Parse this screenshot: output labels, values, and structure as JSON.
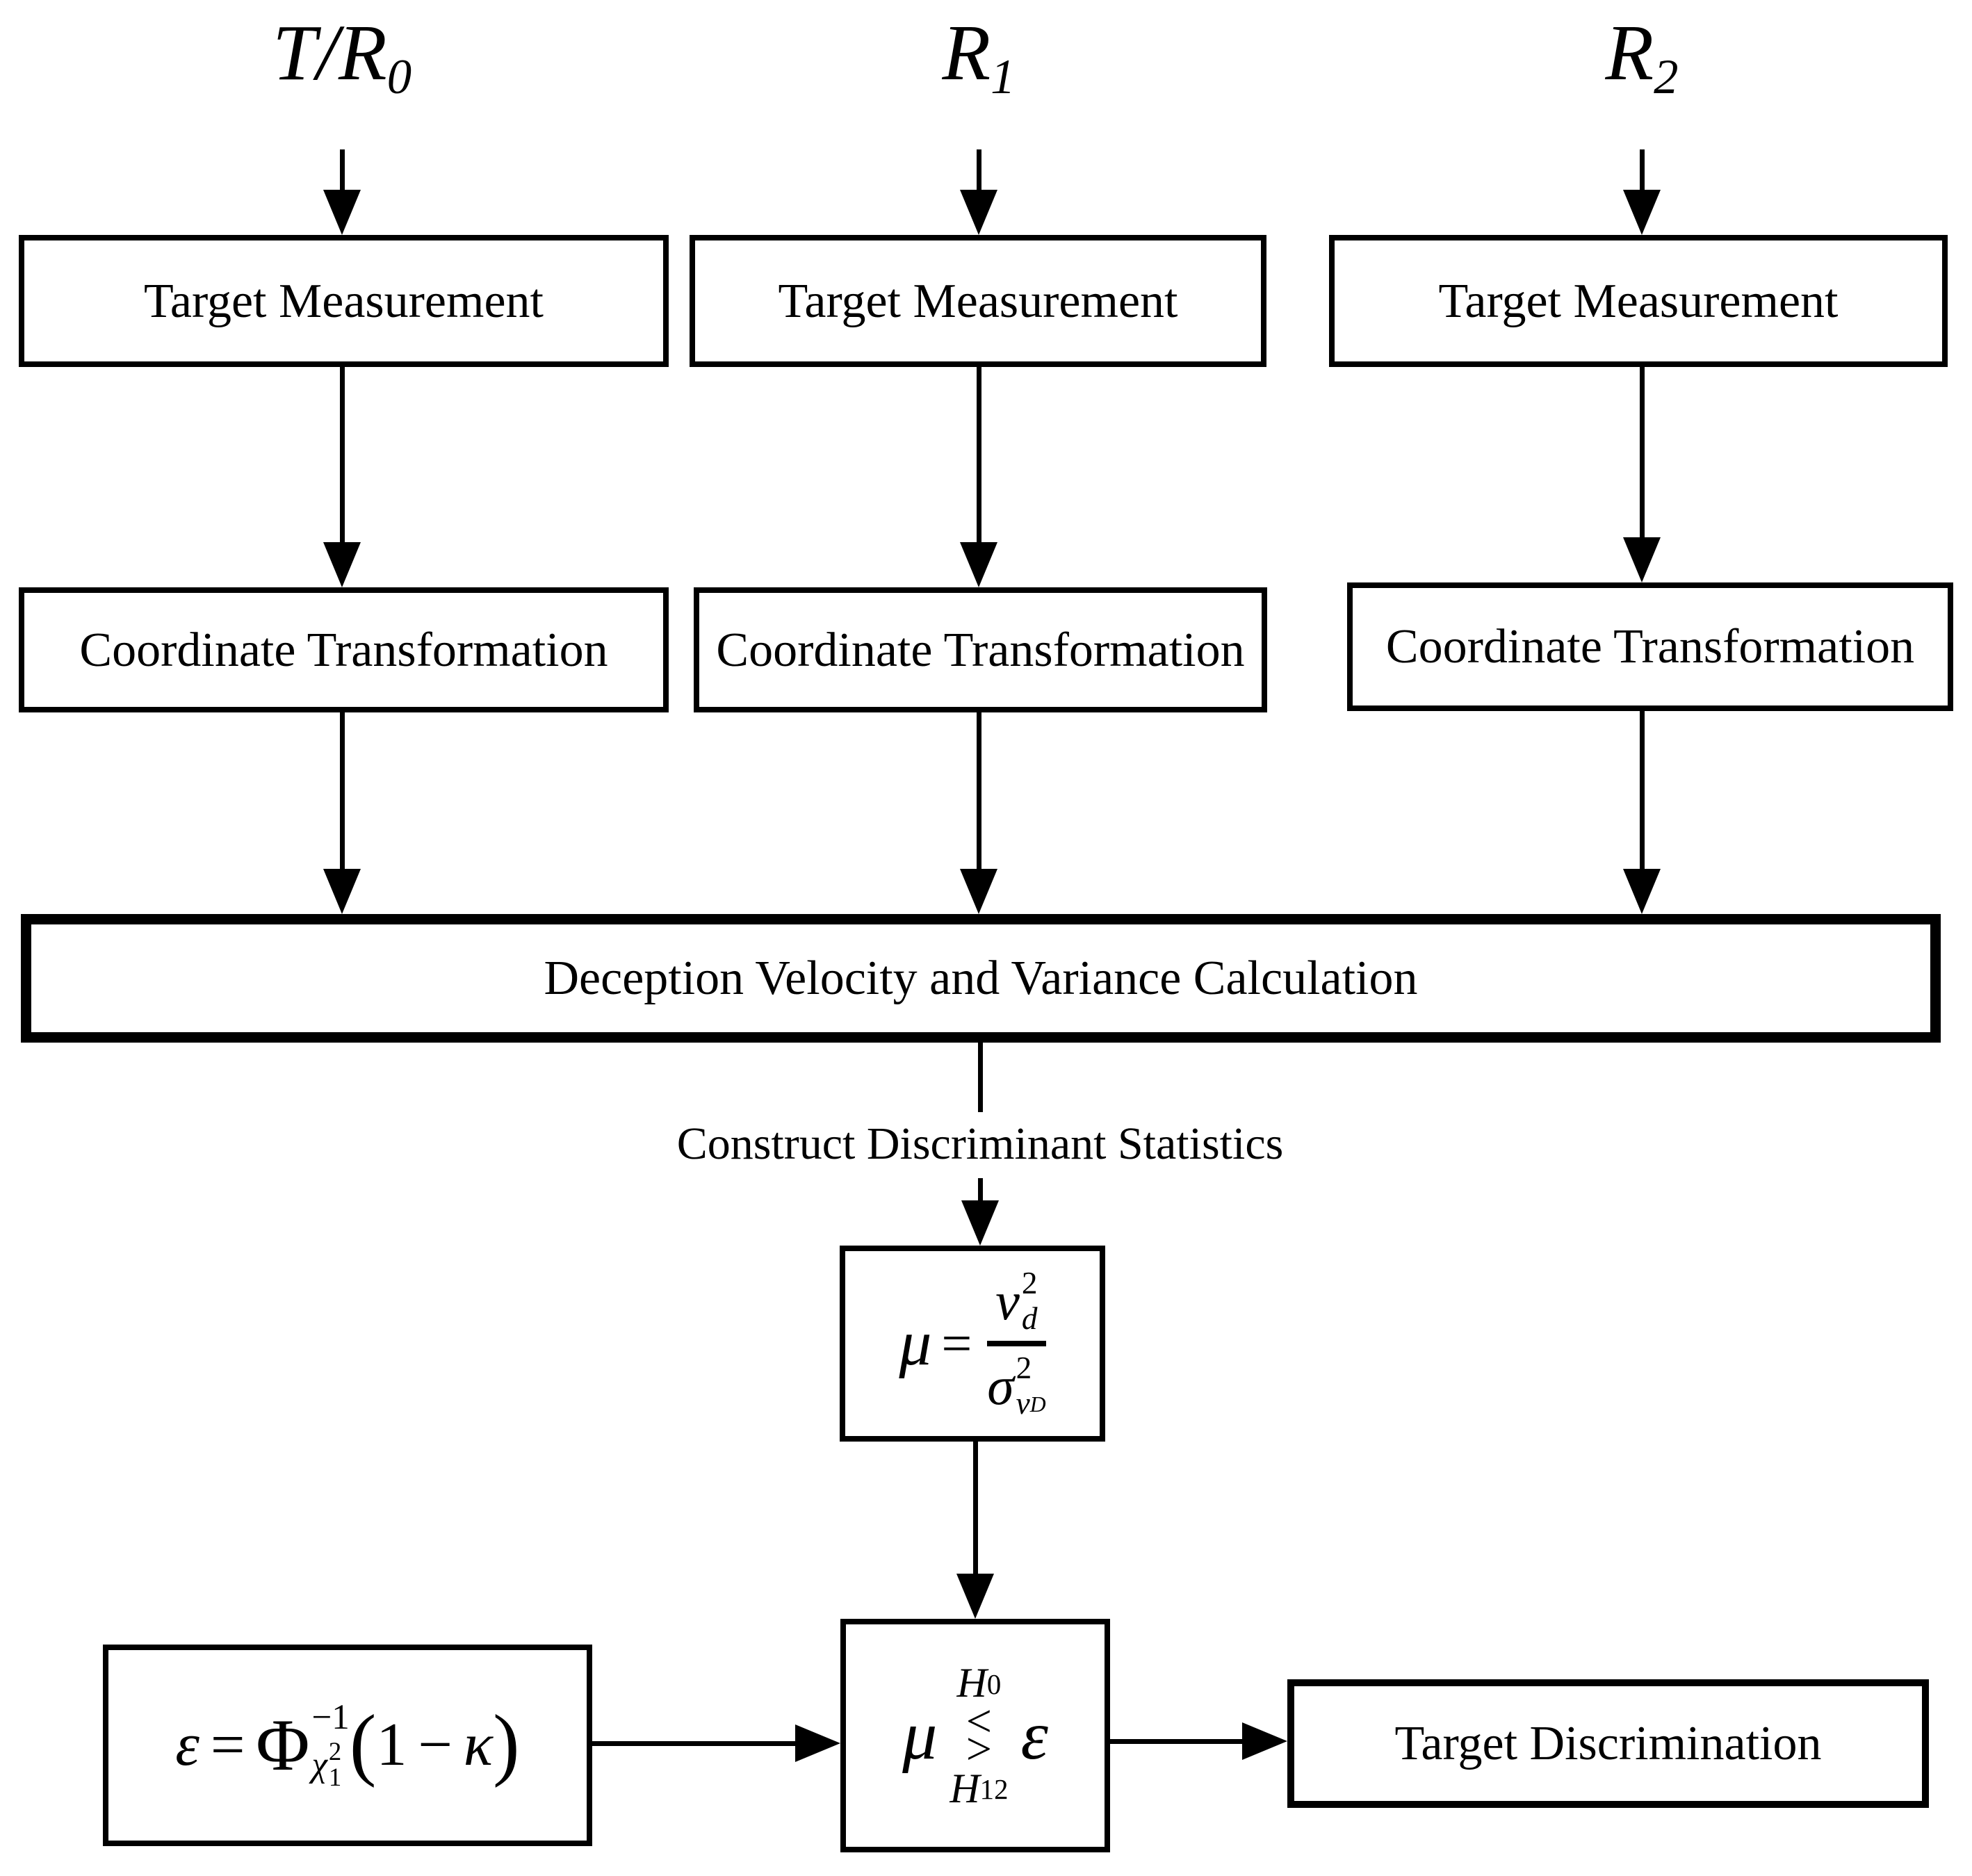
{
  "diagram": {
    "colors": {
      "ink": "#000000",
      "background": "#ffffff"
    },
    "top_labels": [
      {
        "base": "T/R",
        "sub": "0"
      },
      {
        "base": "R",
        "sub": "1"
      },
      {
        "base": "R",
        "sub": "2"
      }
    ],
    "process_boxes": [
      {
        "label": "Target Measurement"
      },
      {
        "label": "Target Measurement"
      },
      {
        "label": "Target Measurement"
      },
      {
        "label": "Coordinate Transformation"
      },
      {
        "label": "Coordinate Transformation"
      },
      {
        "label": "Coordinate Transformation"
      },
      {
        "label": "Deception Velocity and Variance Calculation"
      },
      {
        "label": "Target Discrimination"
      }
    ],
    "flow_label": "Construct Discriminant Statistics",
    "formulas": {
      "discriminant": {
        "lhs": "μ",
        "equals": "=",
        "numerator": {
          "base": "v",
          "sup": "2",
          "sub": "d"
        },
        "denominator": {
          "base": "σ",
          "sup": "2",
          "sub_base": "v",
          "sub_sub": "D"
        }
      },
      "threshold": {
        "lhs": "ε",
        "equals": "=",
        "phi": "Φ",
        "phi_sup": "−1",
        "chi": "χ",
        "chi_sup": "2",
        "chi_sub": "1",
        "open_paren": "(",
        "one": "1",
        "minus": "−",
        "kappa": "κ",
        "close_paren": ")"
      },
      "decision": {
        "mu": "μ",
        "h0_base": "H",
        "h0_sub": "0",
        "less": "<",
        "greater": ">",
        "h12_base": "H",
        "h12_sub": "12",
        "epsilon": "ε"
      }
    }
  }
}
